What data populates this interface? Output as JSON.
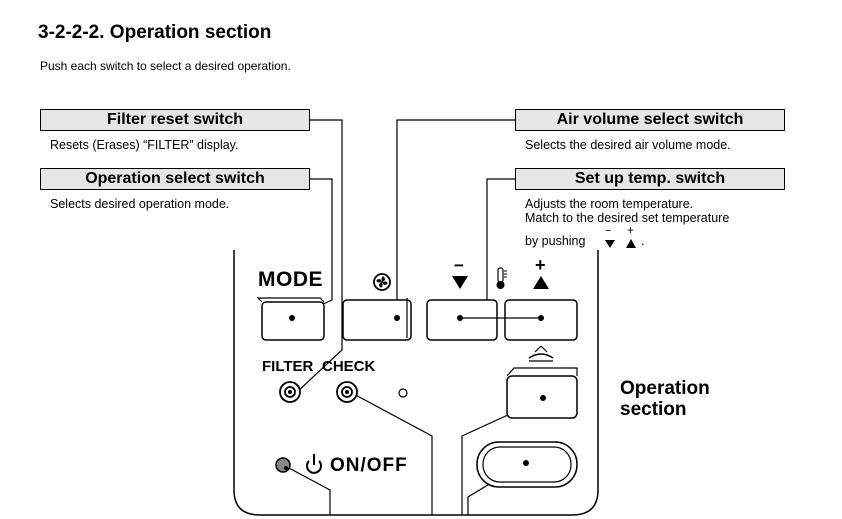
{
  "header": {
    "title": "3-2-2-2.  Operation section",
    "intro": "Push each switch to select a desired operation."
  },
  "callouts": {
    "filter_reset": {
      "title": "Filter reset switch",
      "desc": "Resets (Erases) “FILTER” display."
    },
    "operation_select": {
      "title": "Operation select switch",
      "desc": "Selects desired operation mode."
    },
    "air_volume": {
      "title": "Air volume select switch",
      "desc": "Selects the desired air volume mode."
    },
    "set_temp": {
      "title": "Set up temp. switch",
      "desc_line1": "Adjusts the room temperature.",
      "desc_line2": "Match to the desired set temperature",
      "desc_line3": "by pushing",
      "desc_minus": "−",
      "desc_plus": "+",
      "desc_end": "."
    }
  },
  "panel": {
    "mode_label": "MODE",
    "filter_label": "FILTER",
    "check_label": "CHECK",
    "onoff_label": "ON/OFF",
    "minus_sign": "−",
    "plus_sign": "+",
    "section_label_line1": "Operation",
    "section_label_line2": "section"
  },
  "icons": [
    "fan-icon",
    "thermometer-icon",
    "louver-icon",
    "power-icon",
    "triangle-down-icon",
    "triangle-up-icon"
  ]
}
